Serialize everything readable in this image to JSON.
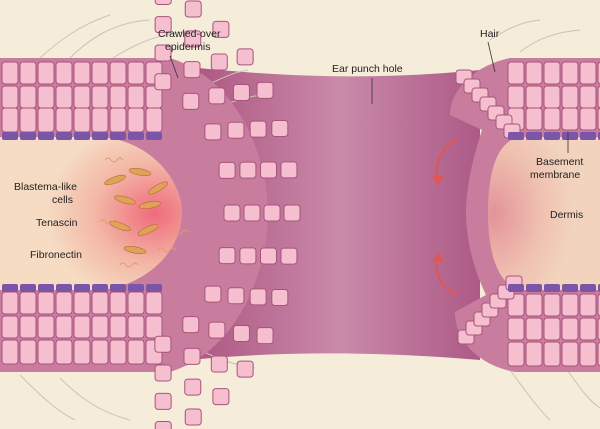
{
  "labels": {
    "crawled_over_1": "Crawled-over",
    "crawled_over_2": "epidermis",
    "ear_punch_hole": "Ear punch hole",
    "hair": "Hair",
    "blastema_1": "Blastema-like",
    "blastema_2": "cells",
    "tenascin": "Tenascin",
    "fibronectin": "Fibronectin",
    "basement_1": "Basement",
    "basement_2": "membrane",
    "dermis": "Dermis"
  },
  "colors": {
    "background": "#f6ecda",
    "hole": "#b55b86",
    "cell_fill": "#f5bfd0",
    "cell_stroke": "#a8537a",
    "epidermis_back": "#c97d9e",
    "basement": "#7b56a8",
    "dermis_left": "#f5dcc4",
    "dermis_right": "#efc7b5",
    "arrow": "#e05555",
    "blastema_cell": "#e0a259"
  }
}
